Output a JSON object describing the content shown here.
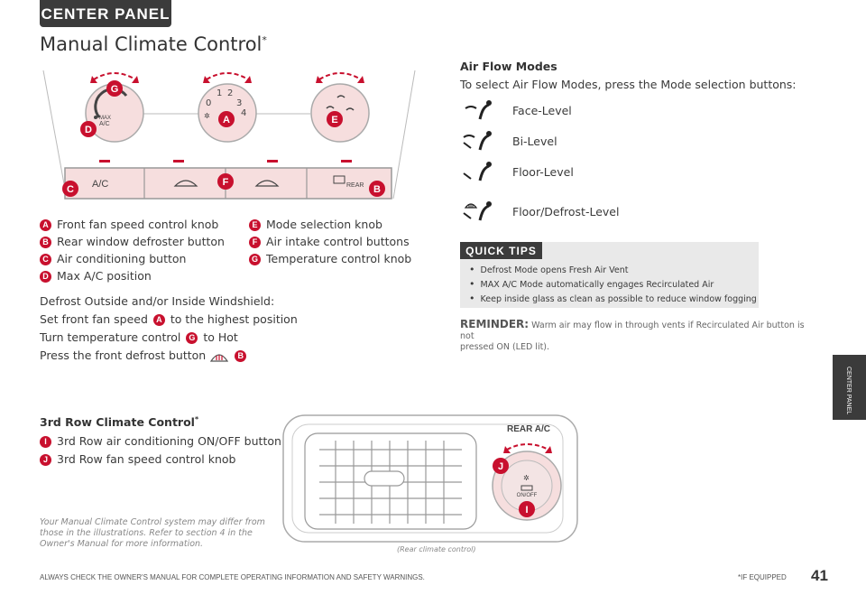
{
  "header": {
    "tab_label": "CENTER PANEL",
    "title": "Manual Climate Control",
    "title_mark": "*"
  },
  "panel": {
    "ac_label": "A/C",
    "rear_label": "REAR",
    "max_label": "MAX",
    "max_ac_label": "A/C",
    "fan_digits": [
      "0",
      "1",
      "2",
      "3",
      "4"
    ]
  },
  "legend_left": [
    {
      "letter": "A",
      "text": "Front fan speed control knob"
    },
    {
      "letter": "B",
      "text": "Rear window defroster button"
    },
    {
      "letter": "C",
      "text": "Air conditioning button"
    },
    {
      "letter": "D",
      "text": "Max A/C position"
    }
  ],
  "legend_right": [
    {
      "letter": "E",
      "text": "Mode selection knob"
    },
    {
      "letter": "F",
      "text": "Air intake control buttons"
    },
    {
      "letter": "G",
      "text": "Temperature control knob"
    }
  ],
  "callouts": [
    "A",
    "B",
    "C",
    "D",
    "E",
    "F",
    "G",
    "I",
    "J"
  ],
  "defrost": {
    "intro": "Defrost Outside and/or Inside Windshield:",
    "step1": "Set front fan speed",
    "step1_ref": "A",
    "step1_end": "to the highest position",
    "step2": "Turn temperature control",
    "step2_ref": "G",
    "step2_end": "to Hot",
    "step3": "Press the front defrost button",
    "step3_ref": "B"
  },
  "air_flow": {
    "heading": "Air Flow Modes",
    "intro": "To select Air Flow Modes, press the Mode selection buttons:",
    "modes": [
      "Face-Level",
      "Bi-Level",
      "Floor-Level",
      "Floor/Defrost-Level"
    ]
  },
  "quick_tips": {
    "label": "QUICK TIPS",
    "items": [
      "Defrost Mode opens Fresh Air Vent",
      "MAX A/C Mode automatically engages Recirculated Air",
      "Keep inside glass as clean as possible to reduce window fogging"
    ]
  },
  "reminder": {
    "label": "REMINDER:",
    "text": "Warm air may flow in through vents if Recirculated Air button is not",
    "text2": "pressed ON (LED lit)."
  },
  "third_row": {
    "heading": "3rd Row Climate Control",
    "heading_mark": "*",
    "items": [
      {
        "letter": "I",
        "text": "3rd Row air conditioning ON/OFF button"
      },
      {
        "letter": "J",
        "text": "3rd Row fan speed control knob"
      }
    ],
    "rear_ac_label": "REAR A/C",
    "on_off_label": "ON/OFF",
    "caption": "(Rear climate control)"
  },
  "disclaimer": [
    "Your Manual Climate Control system may differ from",
    "those in the illustrations. Refer to section 4 in the",
    "Owner's Manual for more information."
  ],
  "footer": {
    "left": "ALWAYS CHECK THE OWNER'S MANUAL FOR COMPLETE OPERATING INFORMATION AND SAFETY WARNINGS.",
    "equipped": "*IF EQUIPPED",
    "page": "41"
  },
  "side_tab": {
    "line1": "CENTER",
    "line2": "PANEL"
  },
  "colors": {
    "accent": "#c8102e",
    "dark": "#3b3b3b",
    "panel_fill": "#f6dede",
    "tips_bg": "#e9e9e9"
  }
}
